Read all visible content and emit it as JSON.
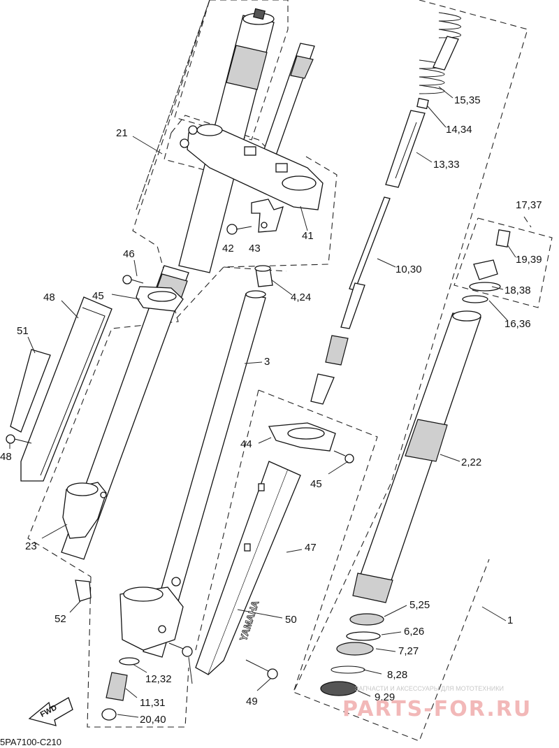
{
  "diagram": {
    "drawing_code": "5PA7100-C210",
    "watermark_top": "ЗАПЧАСТИ И АКСЕССУАРЫ ДЛЯ МОТОТЕХНИКИ",
    "watermark_brand": "PARTS-FOR.RU",
    "fwd_label": "FWD",
    "slider_brand": "YAMAHA",
    "callouts": [
      {
        "id": "c1",
        "text": "1"
      },
      {
        "id": "c2",
        "text": "2,22"
      },
      {
        "id": "c3",
        "text": "3"
      },
      {
        "id": "c4",
        "text": "4,24"
      },
      {
        "id": "c5",
        "text": "5,25"
      },
      {
        "id": "c6",
        "text": "6,26"
      },
      {
        "id": "c7",
        "text": "7,27"
      },
      {
        "id": "c8",
        "text": "8,28"
      },
      {
        "id": "c9",
        "text": "9,29"
      },
      {
        "id": "c10",
        "text": "10,30"
      },
      {
        "id": "c11",
        "text": "11,31"
      },
      {
        "id": "c12",
        "text": "12,32"
      },
      {
        "id": "c13",
        "text": "13,33"
      },
      {
        "id": "c14",
        "text": "14,34"
      },
      {
        "id": "c15",
        "text": "15,35"
      },
      {
        "id": "c16",
        "text": "16,36"
      },
      {
        "id": "c17",
        "text": "17,37"
      },
      {
        "id": "c18",
        "text": "18,38"
      },
      {
        "id": "c19",
        "text": "19,39"
      },
      {
        "id": "c20",
        "text": "20,40"
      },
      {
        "id": "c21",
        "text": "21"
      },
      {
        "id": "c23",
        "text": "23"
      },
      {
        "id": "c41",
        "text": "41"
      },
      {
        "id": "c42",
        "text": "42"
      },
      {
        "id": "c43",
        "text": "43"
      },
      {
        "id": "c44a",
        "text": "44"
      },
      {
        "id": "c44b",
        "text": "44"
      },
      {
        "id": "c45a",
        "text": "45"
      },
      {
        "id": "c45b",
        "text": "45"
      },
      {
        "id": "c46",
        "text": "46"
      },
      {
        "id": "c47",
        "text": "47"
      },
      {
        "id": "c48a",
        "text": "48"
      },
      {
        "id": "c48b",
        "text": "48"
      },
      {
        "id": "c49",
        "text": "49"
      },
      {
        "id": "c50",
        "text": "50"
      },
      {
        "id": "c51",
        "text": "51"
      },
      {
        "id": "c52",
        "text": "52"
      }
    ]
  }
}
